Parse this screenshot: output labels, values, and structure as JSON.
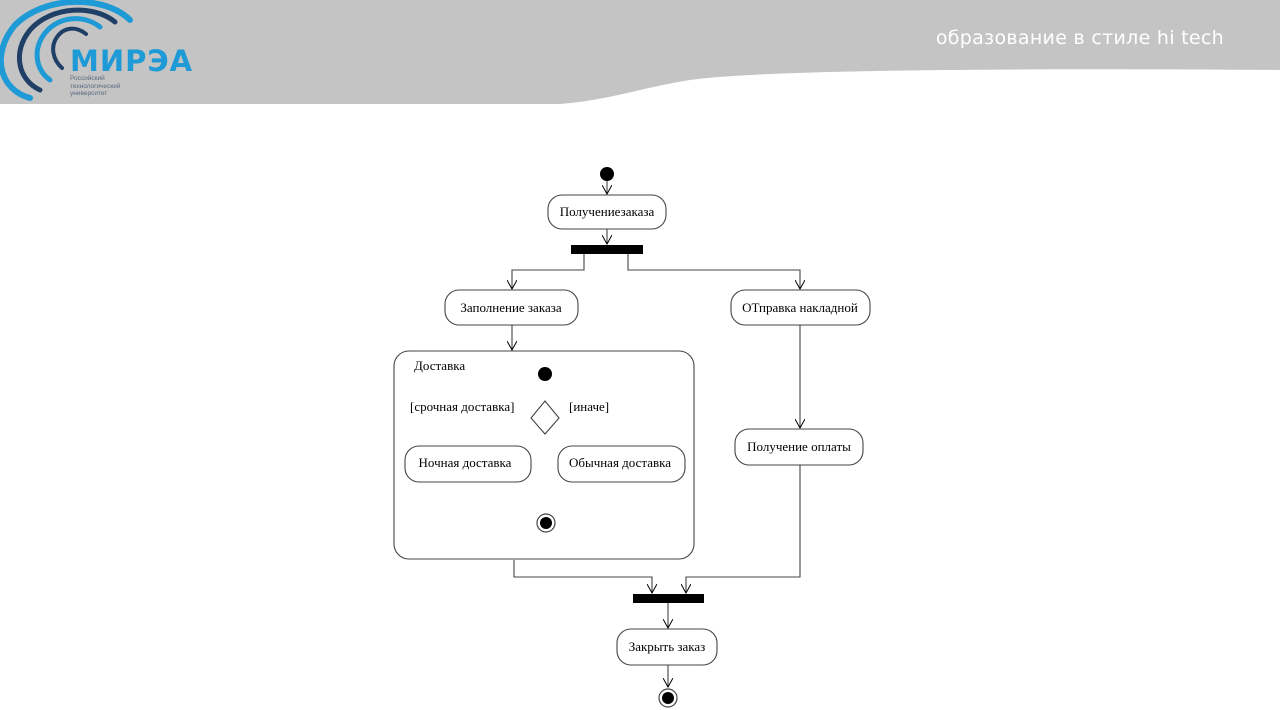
{
  "header": {
    "tagline": "образование в стиле hi tech",
    "logo_name": "МИРЭА",
    "logo_subtitle": [
      "Российский",
      "технологический",
      "университет"
    ]
  },
  "diagram": {
    "actions": {
      "receive_order": "Получениезаказа",
      "fill_order": "Заполнение заказа",
      "send_invoice": "ОТправка накладной",
      "receive_payment": "Получение оплаты",
      "close_order": "Закрыть заказ"
    },
    "subactivity": {
      "title": "Доставка",
      "guard_urgent": "[срочная доставка]",
      "guard_else": "[иначе]",
      "night_delivery": "Ночная доставка",
      "regular_delivery": "Обычная доставка"
    }
  }
}
